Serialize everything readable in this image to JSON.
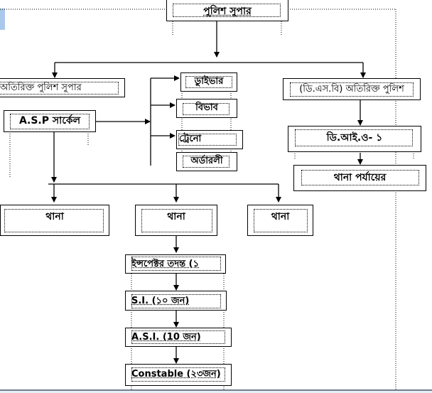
{
  "diagram": {
    "title": "পুলিশ সুপার",
    "nodes": {
      "sp": "পুলিশ সুপার",
      "addl_sp_left": "অতিরিক্ত পুলিশ সুপার",
      "asp_circle": "A.S.P সার্কেল",
      "dept1": "ডুাইভার",
      "dept2": "বিভাব",
      "dept3": "ট্রেনো",
      "dept4": "অর্ডারলী",
      "dsb_addl": "(ডি.এস.বি) অতিরিক্ত পুলিশ",
      "dio1": "ডি.আই.ও- ১",
      "thana_level": "থানা পর্যায়ের",
      "thana_left": "থানা",
      "thana_center": "থানা",
      "thana_right": "থানা",
      "inspector": "ইন্সপেক্টর তদন্ত (১",
      "si": "S.I. (১০ জন)",
      "asi": "A.S.I. (10 জন)",
      "constable": "Constable (২৩জন)"
    },
    "edges": [
      [
        "sp",
        "addl_sp_left"
      ],
      [
        "sp",
        "dsb_addl"
      ],
      [
        "asp_circle",
        "dept1"
      ],
      [
        "asp_circle",
        "dept2"
      ],
      [
        "asp_circle",
        "dept3"
      ],
      [
        "asp_circle",
        "thana_left"
      ],
      [
        "asp_circle",
        "thana_center"
      ],
      [
        "asp_circle",
        "thana_right"
      ],
      [
        "dsb_addl",
        "dio1"
      ],
      [
        "dio1",
        "thana_level"
      ],
      [
        "thana_center",
        "inspector"
      ],
      [
        "inspector",
        "si"
      ],
      [
        "si",
        "asi"
      ],
      [
        "asi",
        "constable"
      ]
    ]
  }
}
